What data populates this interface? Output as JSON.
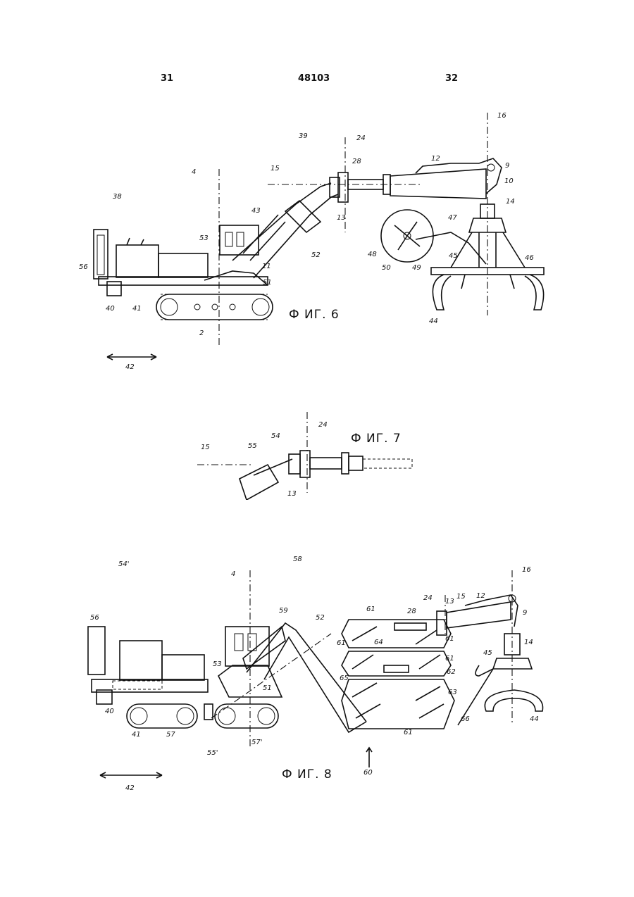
{
  "header": {
    "left": "31",
    "center": "48103",
    "right": "32"
  },
  "figures": {
    "fig6": {
      "caption": "Ф ИГ. 6",
      "labels": [
        "16",
        "24",
        "39",
        "15",
        "4",
        "28",
        "12",
        "9",
        "10",
        "14",
        "38",
        "43",
        "53",
        "13",
        "47",
        "48",
        "52",
        "11",
        "45",
        "46",
        "56",
        "50",
        "49",
        "51",
        "40",
        "41",
        "2",
        "44",
        "42"
      ]
    },
    "fig7": {
      "caption": "Ф ИГ. 7",
      "labels": [
        "24",
        "15",
        "55",
        "54",
        "13"
      ]
    },
    "fig8": {
      "caption": "Ф ИГ. 8",
      "labels": [
        "54'",
        "58",
        "16",
        "4",
        "24",
        "13",
        "15",
        "12",
        "9",
        "61",
        "28",
        "52",
        "59",
        "56",
        "64",
        "61",
        "14",
        "61",
        "61",
        "45",
        "53",
        "65",
        "62",
        "51",
        "63",
        "40",
        "66",
        "44",
        "61",
        "41",
        "57",
        "55'",
        "57'",
        "60",
        "42"
      ]
    }
  }
}
